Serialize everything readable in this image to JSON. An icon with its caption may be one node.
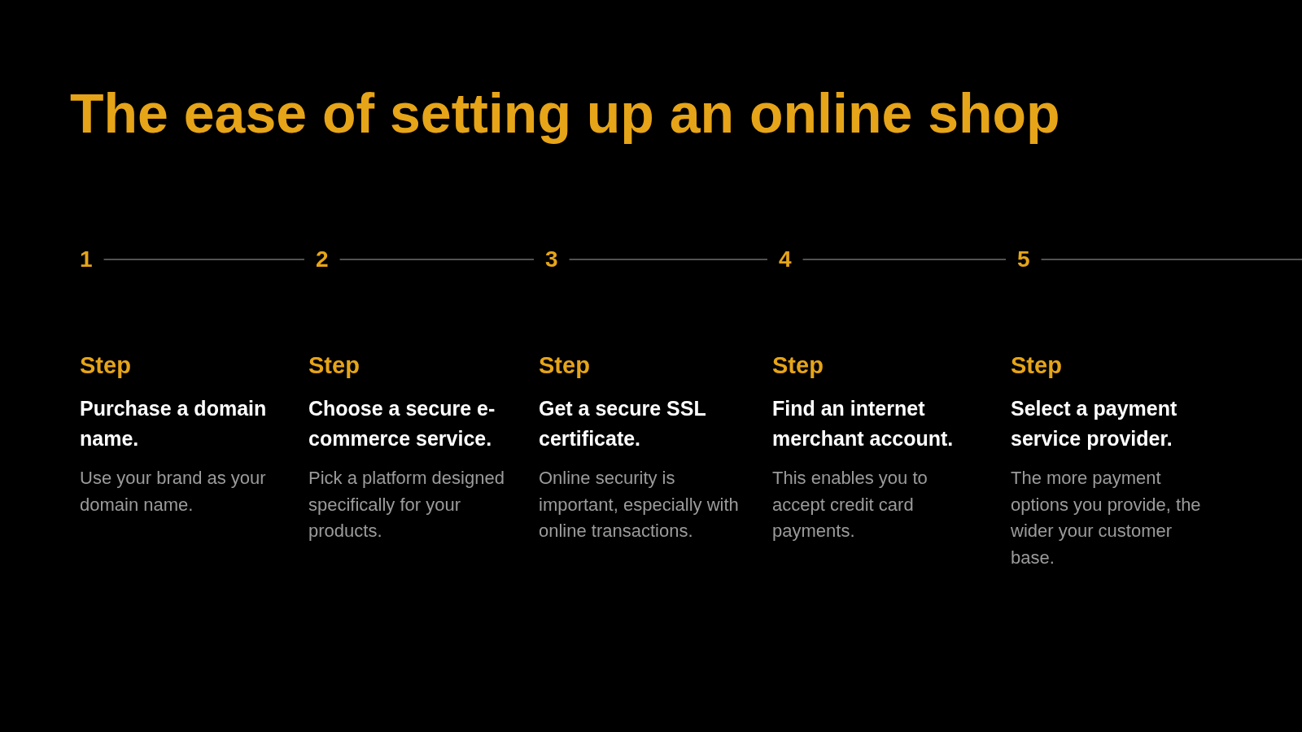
{
  "diagram": {
    "title": "The ease of setting up an online shop",
    "nodes": [
      {
        "text": [
          "1"
        ],
        "beside": [
          "Step",
          "Purchase a domain name.",
          "Use your brand as your domain name."
        ]
      },
      {
        "text": [
          "2"
        ],
        "beside": [
          "Step",
          "Choose a secure e-commerce service.",
          "Pick a platform designed specifically for your products."
        ]
      },
      {
        "text": [
          "3"
        ],
        "beside": [
          "Step",
          "Get a secure SSL certificate.",
          "Online security is important, especially with online transactions."
        ]
      },
      {
        "text": [
          "4"
        ],
        "beside": [
          "Step",
          "Find an internet merchant account.",
          "This enables you to accept credit card payments."
        ]
      },
      {
        "text": [
          "5"
        ],
        "beside": [
          "Step",
          "Select a payment service provider.",
          "The more payment options you provide, the wider your customer base."
        ]
      }
    ],
    "edges": [
      {
        "from": 0,
        "to": 1,
        "arrow": "none"
      },
      {
        "from": 1,
        "to": 2,
        "arrow": "none"
      },
      {
        "from": 2,
        "to": 3,
        "arrow": "none"
      },
      {
        "from": 3,
        "to": 4,
        "arrow": "none"
      },
      {
        "from": 4,
        "to": null,
        "arrow": "none"
      }
    ]
  }
}
